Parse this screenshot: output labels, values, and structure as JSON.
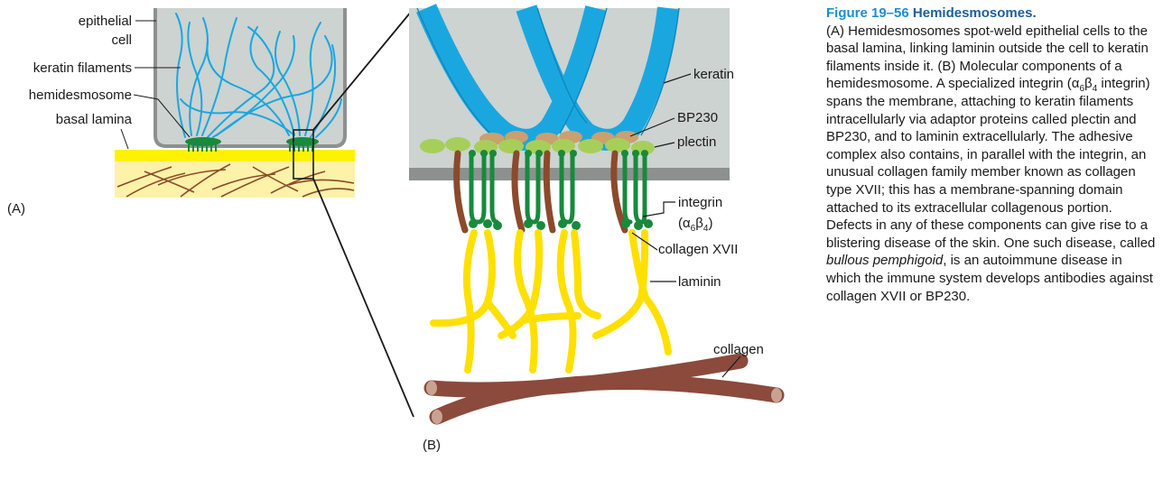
{
  "panelA": {
    "label": "(A)",
    "labels": {
      "epithelial": "epithelial",
      "cell": "cell",
      "keratin_filaments": "keratin filaments",
      "hemidesmosome": "hemidesmosome",
      "basal_lamina": "basal lamina"
    }
  },
  "panelB": {
    "label": "(B)",
    "labels": {
      "keratin": "keratin",
      "bp230": "BP230",
      "plectin": "plectin",
      "integrin": "integrin",
      "integrin_alpha": "(α",
      "integrin_alpha_sub": "6",
      "integrin_beta": "β",
      "integrin_beta_sub": "4",
      "integrin_close": ")",
      "collagen_xvii": "collagen XVII",
      "laminin": "laminin",
      "collagen": "collagen"
    }
  },
  "caption": {
    "figure_number": "Figure 19–56",
    "figure_title": "Hemidesmosomes.",
    "part1": "(A) Hemidesmosomes spot-weld epithelial cells to the basal lamina, linking laminin outside the cell to keratin filaments inside it. (B) Molecular components of a hemidesmosome. A specialized integrin (α",
    "sub_alpha": "6",
    "part2": "β",
    "sub_beta": "4",
    "part3": " integrin) spans the membrane, attaching to keratin filaments intracellularly via adaptor proteins called plectin and BP230, and to laminin extracellularly. The adhesive complex also contains, in parallel with the integrin, an unusual collagen family member known as collagen type XVII; this has a membrane-spanning domain attached to its extracellular collagenous portion. Defects in any of these components can give rise to a blistering disease of the skin. One such disease, called ",
    "italic": "bullous pemphigoid",
    "part4": ", is an autoimmune disease in which the immune system develops antibodies against collagen XVII or BP230."
  },
  "colors": {
    "keratin": "#1aa7e0",
    "plectin": "#a6cf5a",
    "bp230": "#c9a070",
    "integrin": "#178a3c",
    "collagen_xvii": "#8b4a2b",
    "laminin": "#ffe000",
    "collagen": "#8b4a3b",
    "cell": "#ccd3d1",
    "membrane": "#8c9190",
    "basal_lamina_yellow": "#fff200",
    "basal_lamina_pale": "#fcf2a8"
  }
}
